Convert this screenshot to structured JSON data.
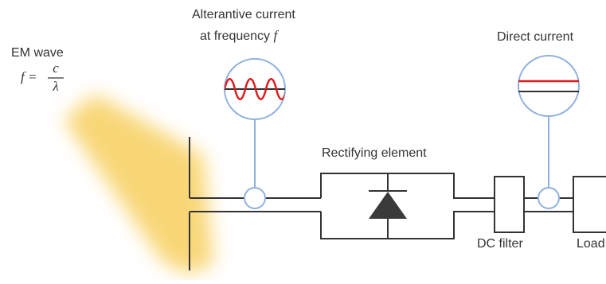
{
  "labels": {
    "em_wave": "EM wave",
    "formula_lhs": "f =",
    "formula_numerator": "c",
    "formula_denominator": "λ",
    "ac_line1": "Alterantive current",
    "ac_line2_prefix": "at frequency ",
    "ac_line2_var": "f",
    "dc": "Direct current",
    "rectifier": "Rectifying element",
    "dc_filter": "DC filter",
    "load": "Load"
  },
  "colors": {
    "line": "#333333",
    "probe": "#8fb1dd",
    "signal": "#dd1c1c",
    "beam": "#f6c94a",
    "diode": "#3a3a3a"
  }
}
